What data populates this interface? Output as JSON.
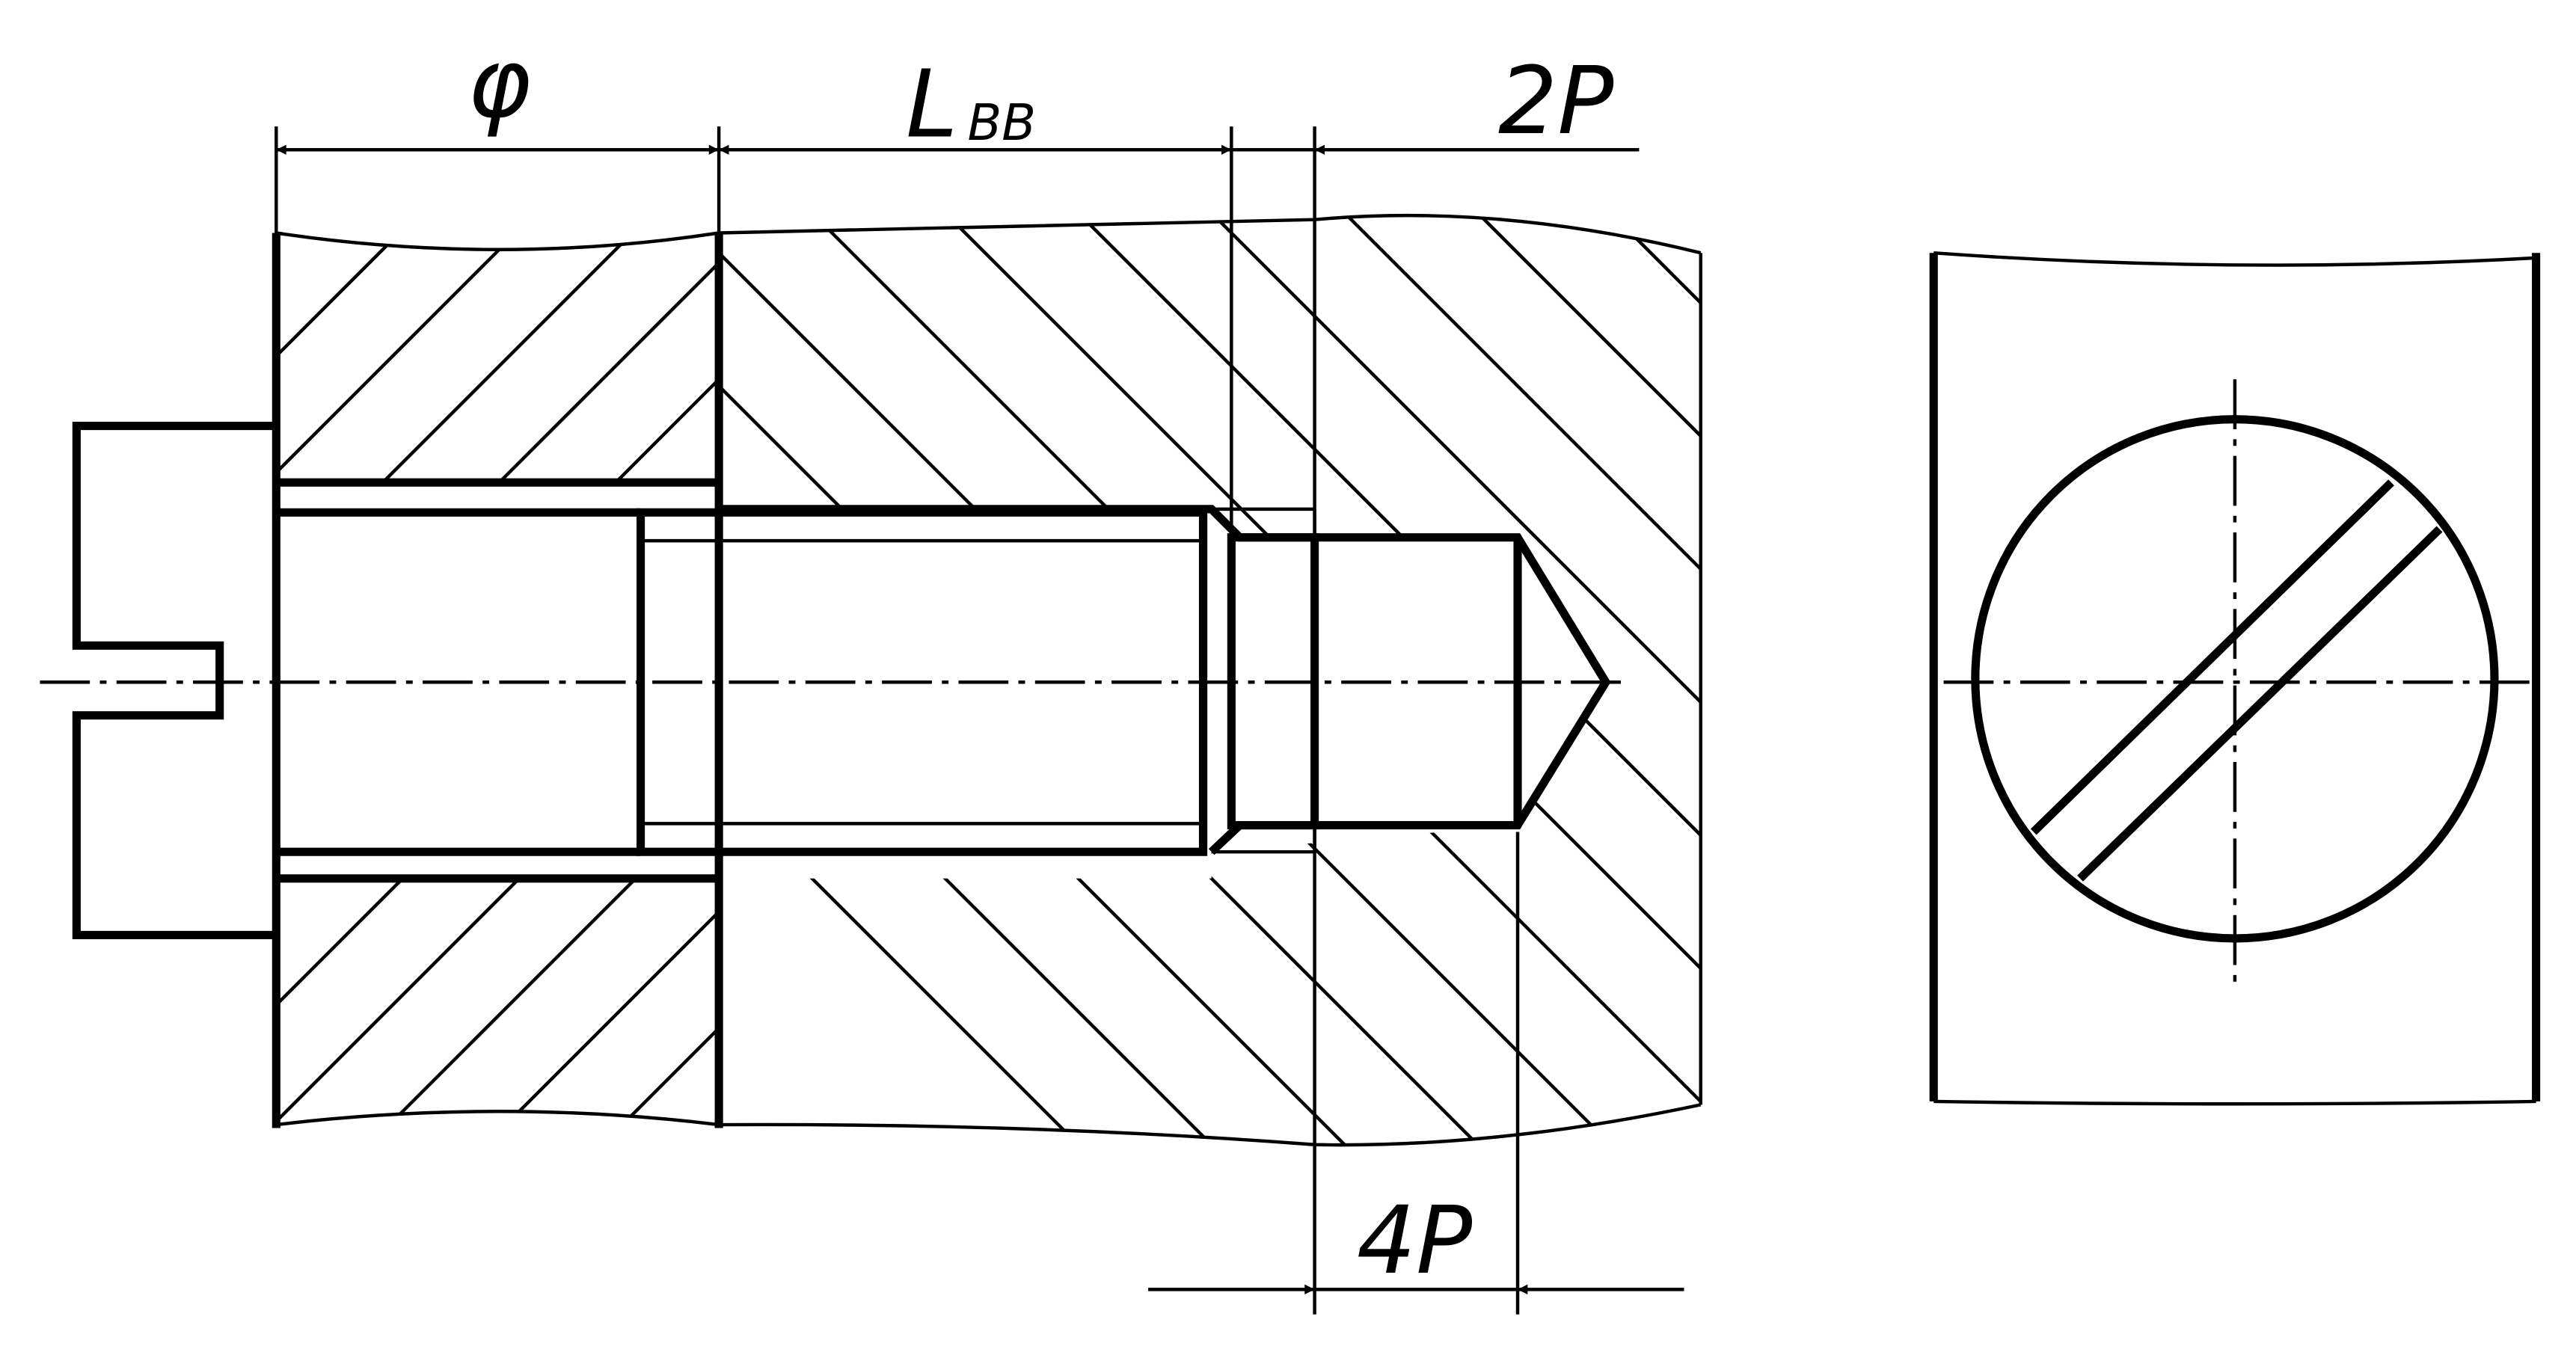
{
  "labels": {
    "phi": "φ",
    "l_main": "L",
    "l_sub": "BB",
    "two_p": "2P",
    "four_p": "4P"
  },
  "colors": {
    "ink": "#000000",
    "paper": "#ffffff"
  }
}
